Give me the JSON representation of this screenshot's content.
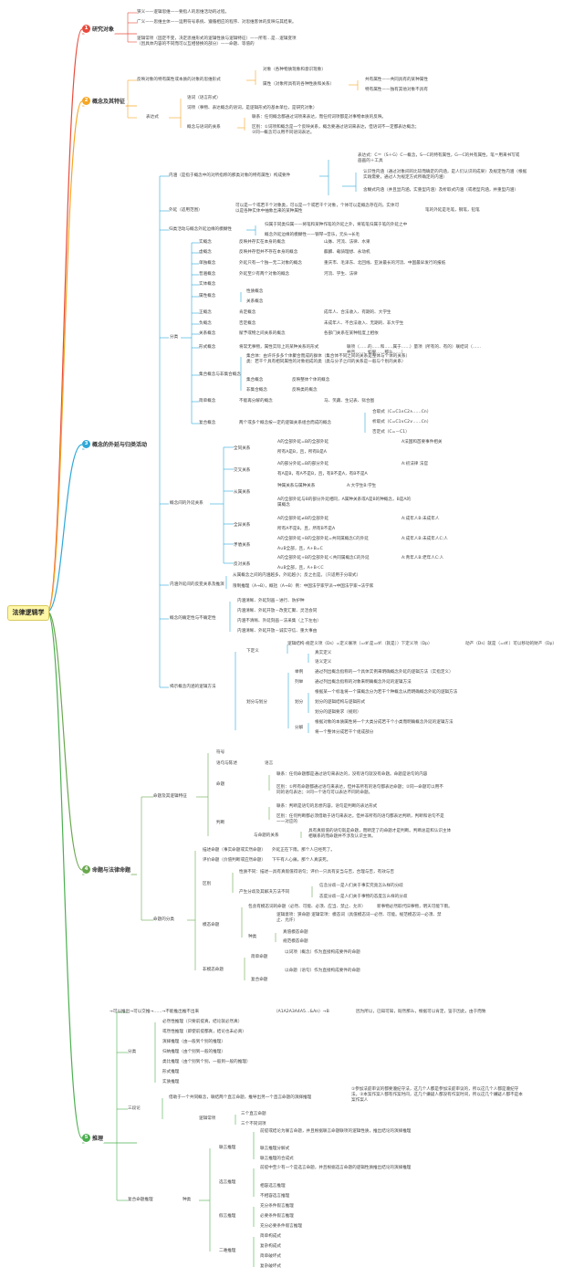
{
  "colors": {
    "c1": "#e84b3c",
    "c2": "#f5a623",
    "c3": "#2ea8d8",
    "c4": "#6aa84f",
    "c5": "#4caf50",
    "root": "#fff7a8"
  },
  "root": "法律逻辑学",
  "cats": [
    {
      "n": "1",
      "t": "研究对象"
    },
    {
      "n": "2",
      "t": "概念及其特征"
    },
    {
      "n": "3",
      "t": "概念的外延与归类活动"
    },
    {
      "n": "4",
      "t": "命题与法律命题"
    },
    {
      "n": "5",
      "t": "推理"
    }
  ],
  "c1": {
    "a": "狭义——逻辑思维——要指人的思维活动的过程。",
    "b": "广义——思维主体——运用符号系统、遵循相应的程序、对思维客体的反映与其结果。",
    "c": "逻辑常项（固定不变，决定思维形式的逻辑性质与逻辑特征）——所有…是…逻辑变项（因具体内容的不同而可以互相替换的部分）——命题、等值的"
  },
  "c2": {
    "def": "反映对象的特有属性或本质的对象的思维形式",
    "obj": "对象（各种物质现象和意识现象）",
    "attr": "属性（对象所具有的各种性质和关系）",
    "attr1": "共有属性——共同具有的某种属性",
    "attr2": "特有属性——独有其他对象不具有",
    "expr": "表达式",
    "e1": "语词（语言形式）",
    "e2": "词项（事物、表达概念的语词，是逻辑形式的基本单位，是研究对象）",
    "e3": "概念与语词的关系",
    "e31": "联系：任何概念都通过词项来表达，而任何词项都是对事物本质的反映。",
    "e32": "区别：①词项和概念是一个反映关系，概念要通过语词来表达，但语词不一定都表达概念；②同一概念可以用不同语词表达。"
  },
  "c3": {
    "nei": "内涵（是指于概念中的对所指称的那类对象的特有属性）构成要件",
    "nei1": "表达式：C＝（S＋G）C—概念，S—C的特有属性，G—C的共有属性，笔＝用来书写或画画的＋工具",
    "nei2": "认识性内涵（通过对象间的比较而确定的内涵，是人们认识的成果）及规定性内涵（根据实践需要，通过人为规定方式所确定的内涵）",
    "nei3": "含糊式内涵（并且显内涵，实重型内涵）及析取式内涵（或者型内涵，并重型内涵）",
    "wai": "外延（适用范围）",
    "wai1": "可以是一个或若干个对象类，可以是一个或若干个对象，个体可以是概念存在的，实体可以是各种实体中抽象出来的某种属性",
    "wai2": "笔的外延是毛笔，钢笔，铅笔",
    "gui": "归类活动与概念外延边缘的模糊性",
    "gui1": "归属于同类归属——将笔和某种作笔的外延之外，将笔笔归属于笔的外延之中",
    "gui2": "概念外延边缘的模糊性——钢琴→音乐，元头→长毛",
    "fen": "分类",
    "types": [
      {
        "k": "实概念",
        "d": "反映并存实在本身的概念",
        "e": "山脉、河流、法律、水果"
      },
      {
        "k": "虚概念",
        "d": "反映并存但并不存在本身的概念",
        "e": "麒麟、载骑理想、永动机"
      },
      {
        "k": "单独概念",
        "d": "外延只有一个独一无二对象的概念",
        "e": "重庆市、毛泽东、北回线、亚洲最长的河流、中国最早发行的报纸"
      },
      {
        "k": "普遍概念",
        "d": "外延至少有两个对象的概念",
        "e": "河流、学生、法律"
      },
      {
        "k": "实体概念",
        "d": "",
        "e": ""
      },
      {
        "k": "属性概念",
        "d": "",
        "e": ""
      },
      {
        "k": "正概念",
        "d": "肯定概念",
        "e": "成年人、合法收入、有期的、大学生"
      },
      {
        "k": "负概念",
        "d": "否定概念",
        "e": "未成年人、不合法收入、无期的、非大学生"
      },
      {
        "k": "关系概念",
        "d": "赋予或物之间关系的概念",
        "e": "各部门关系在某种程度上相依"
      },
      {
        "k": "形式概念",
        "d": "将常无事物，属性实际上的某种关系的形式",
        "e": "联项（……的……和……属于……）量项（所有的、有的）联结词（……并且……、如果……那么……）"
      },
      {
        "k": "集合概念与非集合概念",
        "d": "",
        "e": ""
      },
      {
        "k": "简单概念",
        "d": "不能再分解的概念",
        "e": "马、笑藏、生记表、狱合图"
      },
      {
        "k": "复合概念",
        "d": "两个或多个概念按一定的逻辑关系组合而成的概念",
        "e": ""
      }
    ],
    "prop1": "性质概念",
    "prop2": "关系概念",
    "set0": "集合体：由许许多多个体聚合而成的群体（集合体不同之间的关系是整体与个体的关系）类：若干个具有相同属性的对象组成的类（类与分子之间的关系是一般与个别的关系）",
    "set1": "集合概念",
    "set1e": "反映整体个体的概念",
    "set2": "非集合概念",
    "set2e": "反映类的概念",
    "comp1": "合取式（C=C1∧C2∧……Cn）",
    "comp2": "析取式（C=C1∨C2∨……Cn）",
    "comp3": "否定式（C=－C1）",
    "rel": "概念间的外延关系",
    "rels": [
      {
        "k": "全同关系",
        "a": "A的全部外延=B的全部外延",
        "b": "A法国和首要事件相关",
        "c": "所有A是B，且，所有B是A"
      },
      {
        "k": "交叉关系",
        "a": "A的部分外延=B的部分外延",
        "b": "A:初法律 法官",
        "c": "有A是B，有A不是B，且，有B不是A，有B不是A"
      },
      {
        "k": "从属关系",
        "a": "种属关系与属种关系",
        "b": "A:大学生B:学生",
        "c": "A的全部外延与B的部分外延相同，A属种关系或A是B的种概念，B是A的属概念"
      },
      {
        "k": "全异关系",
        "a": "A的全部外延≠B的全部外延",
        "b": "A:成年人B:未成年人",
        "c": "所有A不是B，且，所有B不是A"
      },
      {
        "k": "矛盾关系",
        "a": "A的全部外延+B的全部外延=共同属概念C的外延",
        "b": "A:成年人B:未成年人C:人",
        "c": "A∪B全部，且，A+B=C"
      },
      {
        "k": "反对关系",
        "a": "A的全部外延+B的全部外延＜共同属概念C的外延",
        "b": "A:青年人B:老年人C:人",
        "c": "A∪B全部，且，A+B＜C"
      }
    ],
    "inout": "内涵外延间的反变关系及推演",
    "inout1": "从属概念之间的内涵越多，外延越小；反之也是。（只适用于分取式）",
    "inout2": "限制推理（A→B），概括（A→B）例：中国法学家学派→中国法学家→法学家",
    "clear": "概念的确定性与不确定性",
    "clr": [
      "内涵清晰、外延刻画－进行、防护种",
      "内涵清晰、外延开放－改变汇聚、灵活会同",
      "内涵不清晰、外延刻画－法采集（上下左右）",
      "内涵清晰、外延开放－诚实守信、重大事由"
    ],
    "meth": "揭示概念内涵的逻辑方法",
    "def": "下定义",
    "def1": "逻辑结构-规定义项（Ds）=定义联项（=df.是=df.（就是））下定义项（Dp）",
    "def2": "动产（Ds）就是（=df.）可以移动的财产（Dp）",
    "def3": "真实定义",
    "def4": "语义定义",
    "div": "划分与划分",
    "d1": "举例",
    "d1a": "通过列出概念指称的一个具体实例来明确概念外延的逻辑方法（实指定义）",
    "d2": "列举",
    "d2a": "通过列出概念指称的对象来明确概念外延的逻辑方法",
    "d3": "划分",
    "d3a": "根据某一个标准将一个属概念分为若干个种概念从而明确概念外延的逻辑方法",
    "d3b": "划分的逻辑结构与逻辑形式",
    "d3c": "划分的逻辑要求（规则）",
    "d4": "分解",
    "d4a": "根据对象的本质属性将一个大类分成若干个小类而明确概念外延的逻辑方法",
    "d4b": "将一个整体分成若干个组成部分"
  },
  "c4": {
    "fea": "命题及其逻辑特征",
    "f1": "符号",
    "f2": "语句与陈述",
    "f2a": "语言",
    "f3": "命题",
    "f3a": "联系：任何命题都是通过语句来表达的，没有语句就没有命题。命题是语句的内容",
    "f3b": "区别：①所有命题都通过语句来表达，但并非所有的语句都表达命题；②同一命题可以用不同的语句表达；③同一个语句可以表达不同的命题。",
    "f4": "判断",
    "f4a": "联系：判断是语句的思想内容，语句是判断的表达形式",
    "f4b": "区别：任何判断都必须借助于语句来表达，但并非所有的语句都表达判断，判断和语句不是一一对应的",
    "f4c": "与命题的关系",
    "f4d": "具有真假值的语句就是命题，而断定了的命题才是判断。判断总是和认识主体相联系的而命题并不涉及认识主体。",
    "cls": "命题的分类",
    "c1": "描述命题（事实命题或实然命题）",
    "c1a": "外延正在下雨。那个人已经死了。",
    "c2": "评价命题（价值判断或应然命题）",
    "c2a": "下午有人心痛。那个人真该死。",
    "c3": "区别",
    "c3a": "性质不同：描述—具有真假值得语句；评价—只具有妥当与否，合理与否，有效与否",
    "c3b": "产生分歧及其解决方法不同",
    "c3c": "信念分歧—是人们关于事实究竟怎么样的分歧",
    "c3d": "态度分歧—是人们关于事物的态度怎么样的分歧",
    "c4": "模态命题",
    "c4a": "包含有模态词的命题（必然、可能、必须、应当、禁止、允许）",
    "c4b": "新事物必然取代旧事物，明天可能下雨。",
    "c4c": "逻辑意项：狭命题 逻辑常项：模态词（具值模态词—必然、可能。规范模态词—必须、禁止、允许）",
    "c4d": "种类",
    "c4e": "真值模态命题",
    "c4f": "规范模态命题",
    "c5": "非模态命题",
    "c5a": "简单命题",
    "c5b": "以词项（概念）作为直接构成要件的命题",
    "c5c": "复合命题",
    "c5d": "以命题（语句）作为直接构成要件的命题"
  },
  "c5": {
    "top": "→可以推出→可以交推→……→不能推出推不出来",
    "topf": "（A1A2A3A4A5…&An）→B",
    "topn": "因为所以，已知可知，既然那么，根据可以肯定，鉴于因此，由于而致",
    "cls": "分类",
    "k": [
      "必然性推理（只要前提真，结论就必然真）",
      "或然性推理（即使前提都真，结论也未必真）",
      "演绎推理（由一般到个别的推理）",
      "归纳推理（由个别到一般的推理）",
      "类比推理（由个别到个别，一般到一般的推理）",
      "形式推理",
      "实质推理"
    ],
    "syl": "三段论",
    "syl1": "借助于一个共同概念，联结两个直言命题，推导出另一个直言命题的演绎推理",
    "syl2": "①参加法庭审议的都要遵纪守法，这几个人都是参加法庭审议的，所以这几个人都是遵纪守法。②本案作案人都有作案时间，这几个嫌疑人都没有作案时间，所以这几个嫌疑人都不是本案作案人",
    "syl3": "逻辑常项",
    "syl4": "三个直言命题",
    "syl5": "三个不同词项",
    "cmp": "复合命题推理",
    "cmp1": "种类",
    "g1": "联言推理",
    "g1a": "前提或结论为联言命题，并且根据联言命题联项的逻辑性质，推出结论的演绎推理",
    "g1b": "联言推理分解式",
    "g1c": "联言推理的合成式",
    "g2": "选言推理",
    "g2a": "前提中至少有一个是选言命题，并且根据选言命题的逻辑性质推出结论的演绎推理",
    "g2b": "相容选言推理",
    "g2c": "不相容选言推理",
    "g3": "假言推理",
    "g3a": "充分条件假言推理",
    "g3b": "必要条件假言推理",
    "g3c": "充分必要条件假言推理",
    "g4": "二难推理",
    "g4a": "简单构成式",
    "g4b": "复杂构成式",
    "g4c": "简单破坏式",
    "g4d": "复杂破坏式"
  }
}
